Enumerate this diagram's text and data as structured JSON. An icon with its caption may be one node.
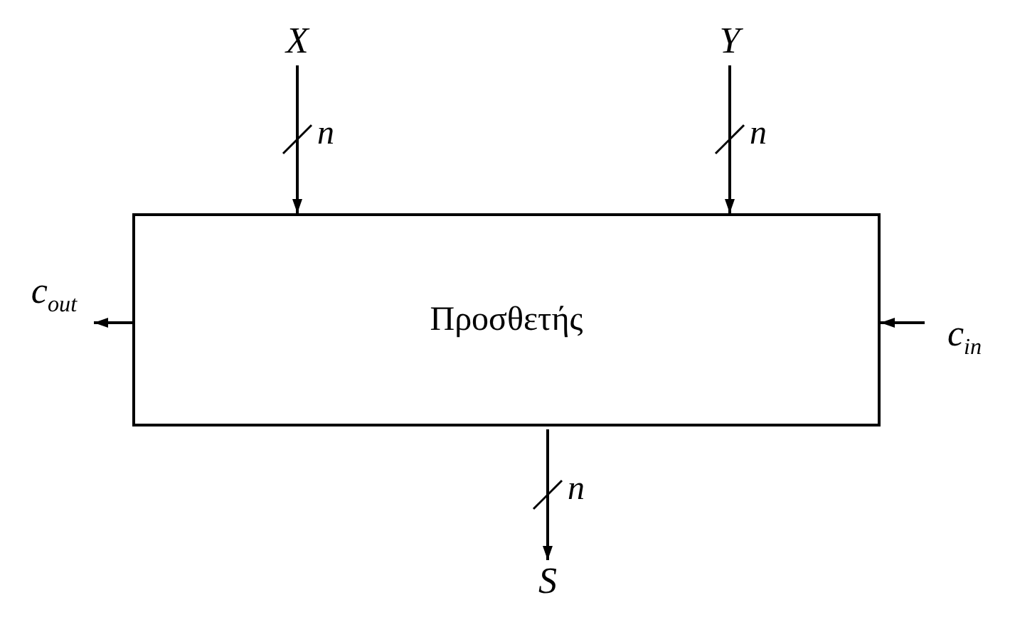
{
  "diagram": {
    "nodes": [
      {
        "text": [
          "X"
        ]
      },
      {
        "text": [
          "Y"
        ]
      },
      {
        "text": [
          "Προσθετής"
        ]
      },
      {
        "text": [
          "c$_{out}$"
        ]
      },
      {
        "text": [
          "c$_{in}$"
        ]
      },
      {
        "text": [
          "S"
        ]
      }
    ],
    "edges": [
      {
        "from": 0,
        "to": 2,
        "arrow": "to",
        "label": "n"
      },
      {
        "from": 1,
        "to": 2,
        "arrow": "to",
        "label": "n"
      },
      {
        "from": 2,
        "to": 3,
        "arrow": "to"
      },
      {
        "from": 4,
        "to": 2,
        "arrow": "to"
      },
      {
        "from": 2,
        "to": 5,
        "arrow": "to",
        "label": "n"
      }
    ]
  }
}
